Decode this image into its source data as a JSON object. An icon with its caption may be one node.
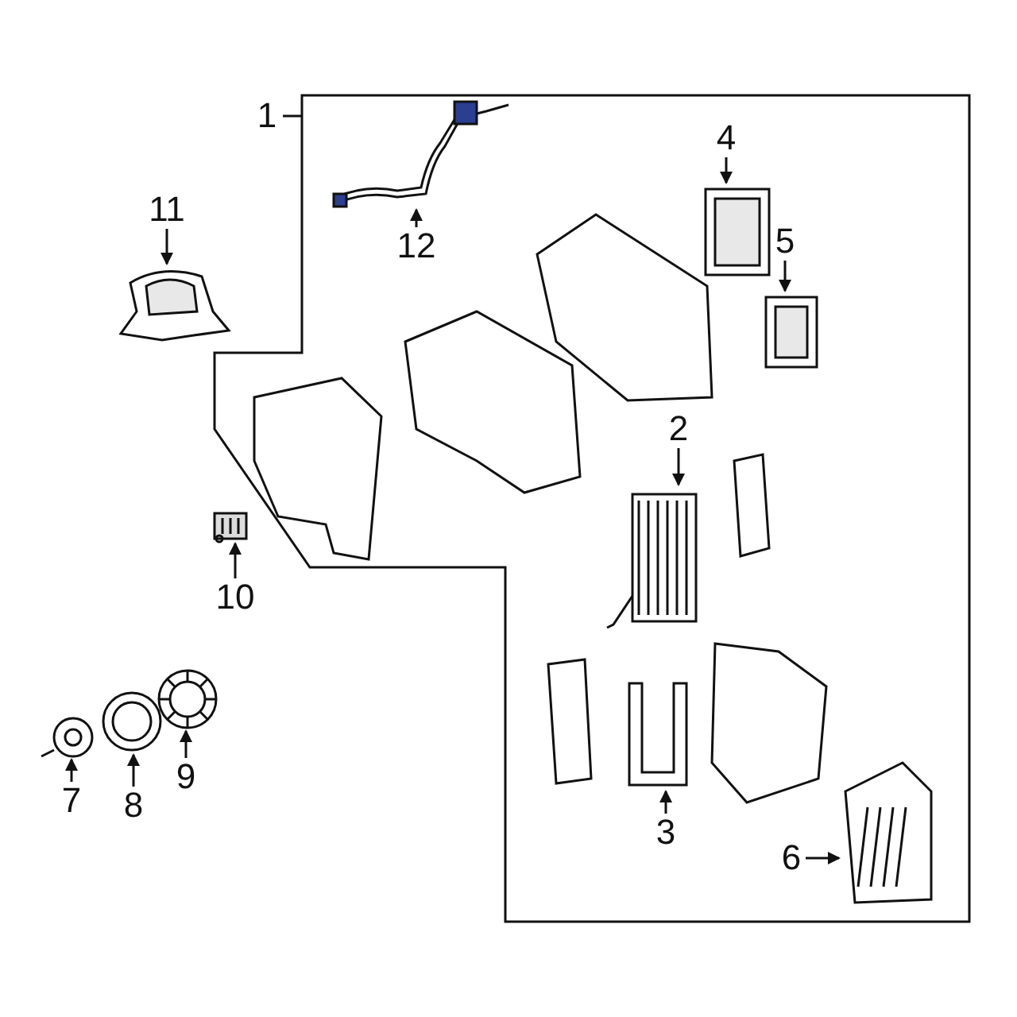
{
  "diagram": {
    "nodes": [
      {
        "text": [
          "1"
        ]
      },
      {
        "text": [],
        "shape": "picture"
      },
      {
        "text": [
          "11"
        ]
      },
      {
        "text": [],
        "shape": "picture"
      },
      {
        "text": [
          "12"
        ],
        "in": 1
      },
      {
        "text": [],
        "shape": "picture",
        "in": 1
      },
      {
        "text": [
          "4"
        ],
        "in": 1
      },
      {
        "text": [],
        "shape": "picture",
        "in": 1
      },
      {
        "text": [
          "5"
        ],
        "in": 1
      },
      {
        "text": [],
        "shape": "picture",
        "in": 1
      },
      {
        "text": [
          "2"
        ],
        "in": 1
      },
      {
        "text": [],
        "shape": "picture",
        "in": 1
      },
      {
        "text": [
          "10"
        ]
      },
      {
        "text": [],
        "shape": "picture"
      },
      {
        "text": [
          "3"
        ],
        "in": 1
      },
      {
        "text": [],
        "shape": "picture",
        "in": 1
      },
      {
        "text": [
          "6"
        ],
        "in": 1
      },
      {
        "text": [],
        "shape": "picture",
        "in": 1
      },
      {
        "text": [
          "7"
        ]
      },
      {
        "text": [],
        "shape": "picture"
      },
      {
        "text": [
          "8"
        ]
      },
      {
        "text": [],
        "shape": "picture"
      },
      {
        "text": [
          "9"
        ]
      },
      {
        "text": [],
        "shape": "picture"
      }
    ],
    "edges": [
      {
        "from": 0,
        "to": 1,
        "arrow": "none"
      },
      {
        "from": 2,
        "to": 3,
        "arrow": "to"
      },
      {
        "from": 4,
        "to": 5,
        "arrow": "to"
      },
      {
        "from": 6,
        "to": 7,
        "arrow": "to"
      },
      {
        "from": 8,
        "to": 9,
        "arrow": "to"
      },
      {
        "from": 10,
        "to": 11,
        "arrow": "to"
      },
      {
        "from": 12,
        "to": 13,
        "arrow": "to"
      },
      {
        "from": 14,
        "to": 15,
        "arrow": "to"
      },
      {
        "from": 16,
        "to": 17,
        "arrow": "to"
      },
      {
        "from": 18,
        "to": 19,
        "arrow": "to"
      },
      {
        "from": 20,
        "to": 21,
        "arrow": "to"
      },
      {
        "from": 22,
        "to": 23,
        "arrow": "to"
      }
    ]
  }
}
